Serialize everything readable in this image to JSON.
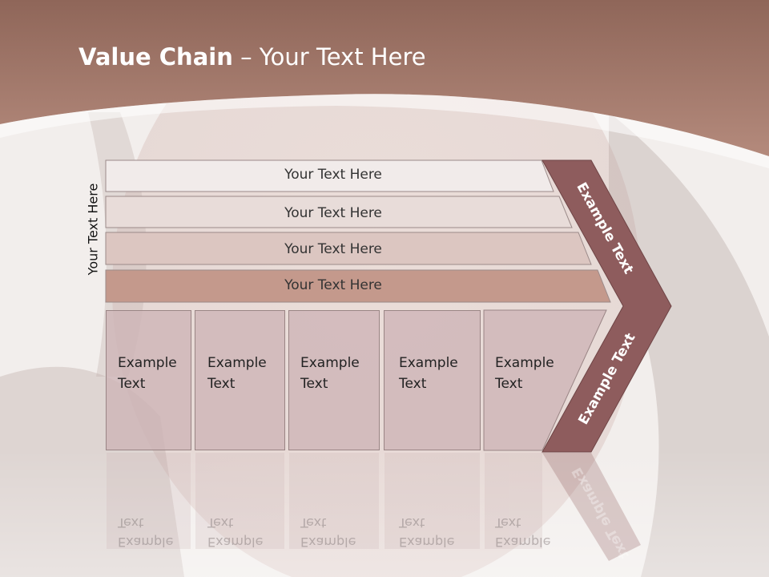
{
  "slide": {
    "title_bold": "Value Chain",
    "title_rest": " – Your Text Here",
    "side_label": "Your Text Here",
    "bars": [
      "Your Text Here",
      "Your Text Here",
      "Your Text Here",
      "Your Text Here"
    ],
    "boxes": [
      "Example\nText",
      "Example\nText",
      "Example\nText",
      "Example\nText",
      "Example\nText"
    ],
    "arrow_top": "Example Text",
    "arrow_bottom": "Example Text"
  },
  "colors": {
    "header": "#a27a6d",
    "accent": "#8e5c5d",
    "bar_fills": [
      "#f1ebea",
      "#e8dcd9",
      "#dcc6c1",
      "#c4998c"
    ]
  }
}
